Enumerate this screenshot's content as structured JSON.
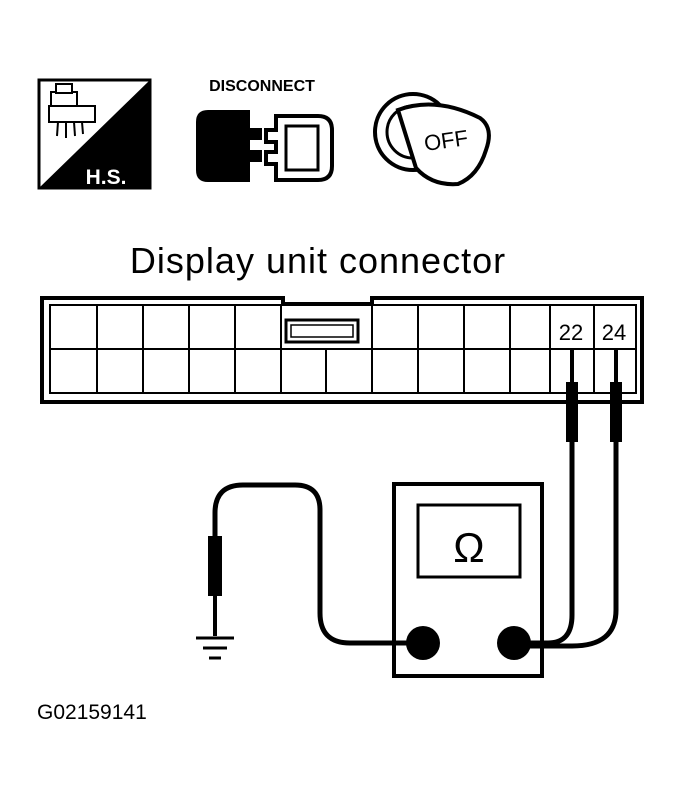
{
  "icons": {
    "hs_label": "H.S.",
    "disconnect_label": "DISCONNECT",
    "ignition_label": "OFF"
  },
  "title": "Display unit connector",
  "connector": {
    "pin_a": "22",
    "pin_b": "24"
  },
  "meter": {
    "symbol": "Ω"
  },
  "figure_code": "G02159141",
  "colors": {
    "ink": "#000000",
    "paper": "#ffffff"
  }
}
